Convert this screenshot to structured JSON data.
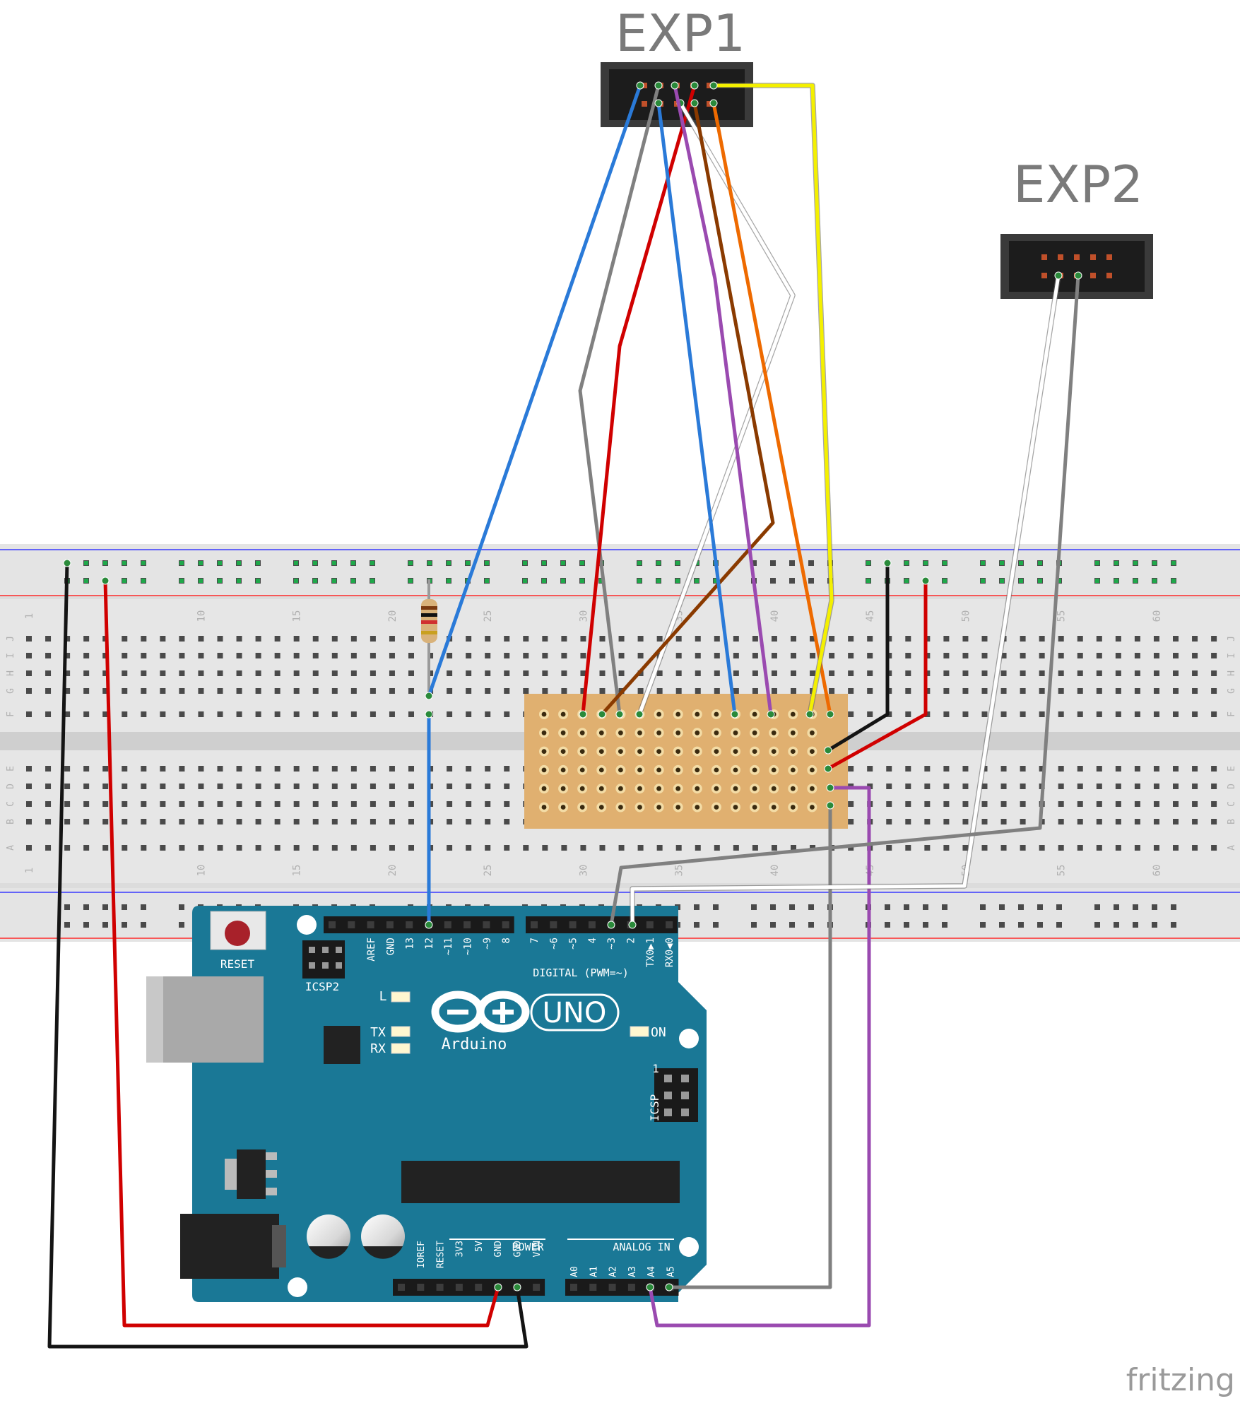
{
  "headers": {
    "exp1": {
      "label": "EXP1",
      "pins": 10
    },
    "exp2": {
      "label": "EXP2",
      "pins": 10
    }
  },
  "breadboard": {
    "column_labels": [
      "1",
      "10",
      "15",
      "20",
      "25",
      "30",
      "35",
      "40",
      "45",
      "50",
      "55",
      "60"
    ],
    "row_labels_top": [
      "J",
      "I",
      "H",
      "G",
      "F"
    ],
    "row_labels_bottom": [
      "E",
      "D",
      "C",
      "B",
      "A"
    ]
  },
  "arduino": {
    "board_name": "Arduino",
    "model": "UNO",
    "reset_label": "RESET",
    "icsp2_label": "ICSP2",
    "icsp_label": "ICSP",
    "icsp_pin1": "1",
    "led_l": "L",
    "led_tx": "TX",
    "led_rx": "RX",
    "on_label": "ON",
    "digital_label": "DIGITAL (PWM=~)",
    "digital_pins": [
      "AREF",
      "GND",
      "13",
      "12",
      "~11",
      "~10",
      "~9",
      "8",
      "7",
      "~6",
      "~5",
      "4",
      "~3",
      "2",
      "TX0▶1",
      "RX0◀0"
    ],
    "power_label": "POWER",
    "power_pins": [
      "IOREF",
      "RESET",
      "3V3",
      "5V",
      "GND",
      "GND",
      "VIN"
    ],
    "analog_label": "ANALOG IN",
    "analog_pins": [
      "A0",
      "A1",
      "A2",
      "A3",
      "A4",
      "A5"
    ]
  },
  "colors": {
    "board_teal": "#1a7896",
    "perfboard": "#e0b070",
    "wire_red": "#d00000",
    "wire_black": "#141414",
    "wire_blue": "#2a7ad8",
    "wire_gray": "#808080",
    "wire_white": "#ffffff",
    "wire_yellow": "#f4f000",
    "wire_orange": "#ee6a00",
    "wire_brown": "#8a3a00",
    "wire_purple": "#9a4ab0"
  },
  "brand": "fritzing"
}
